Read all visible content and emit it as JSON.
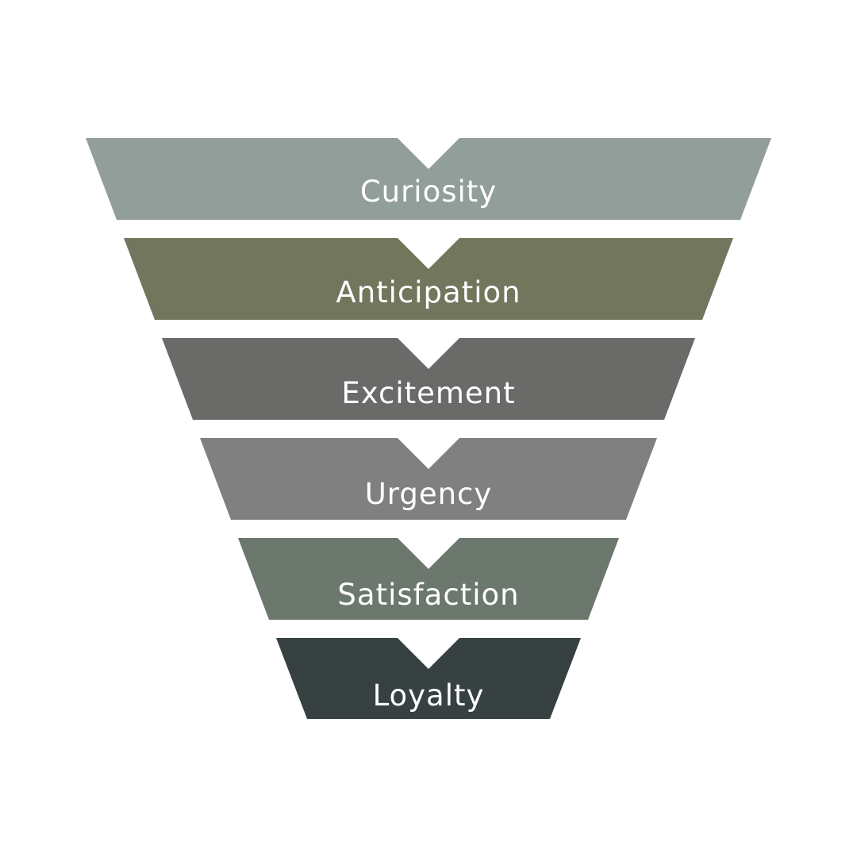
{
  "funnel": {
    "stages": [
      {
        "label": "Curiosity",
        "color": "#929e99"
      },
      {
        "label": "Anticipation",
        "color": "#71765c"
      },
      {
        "label": "Excitement",
        "color": "#6a6a68"
      },
      {
        "label": "Urgency",
        "color": "#808080"
      },
      {
        "label": "Satisfaction",
        "color": "#6c776e"
      },
      {
        "label": "Loyalty",
        "color": "#384142"
      }
    ]
  }
}
